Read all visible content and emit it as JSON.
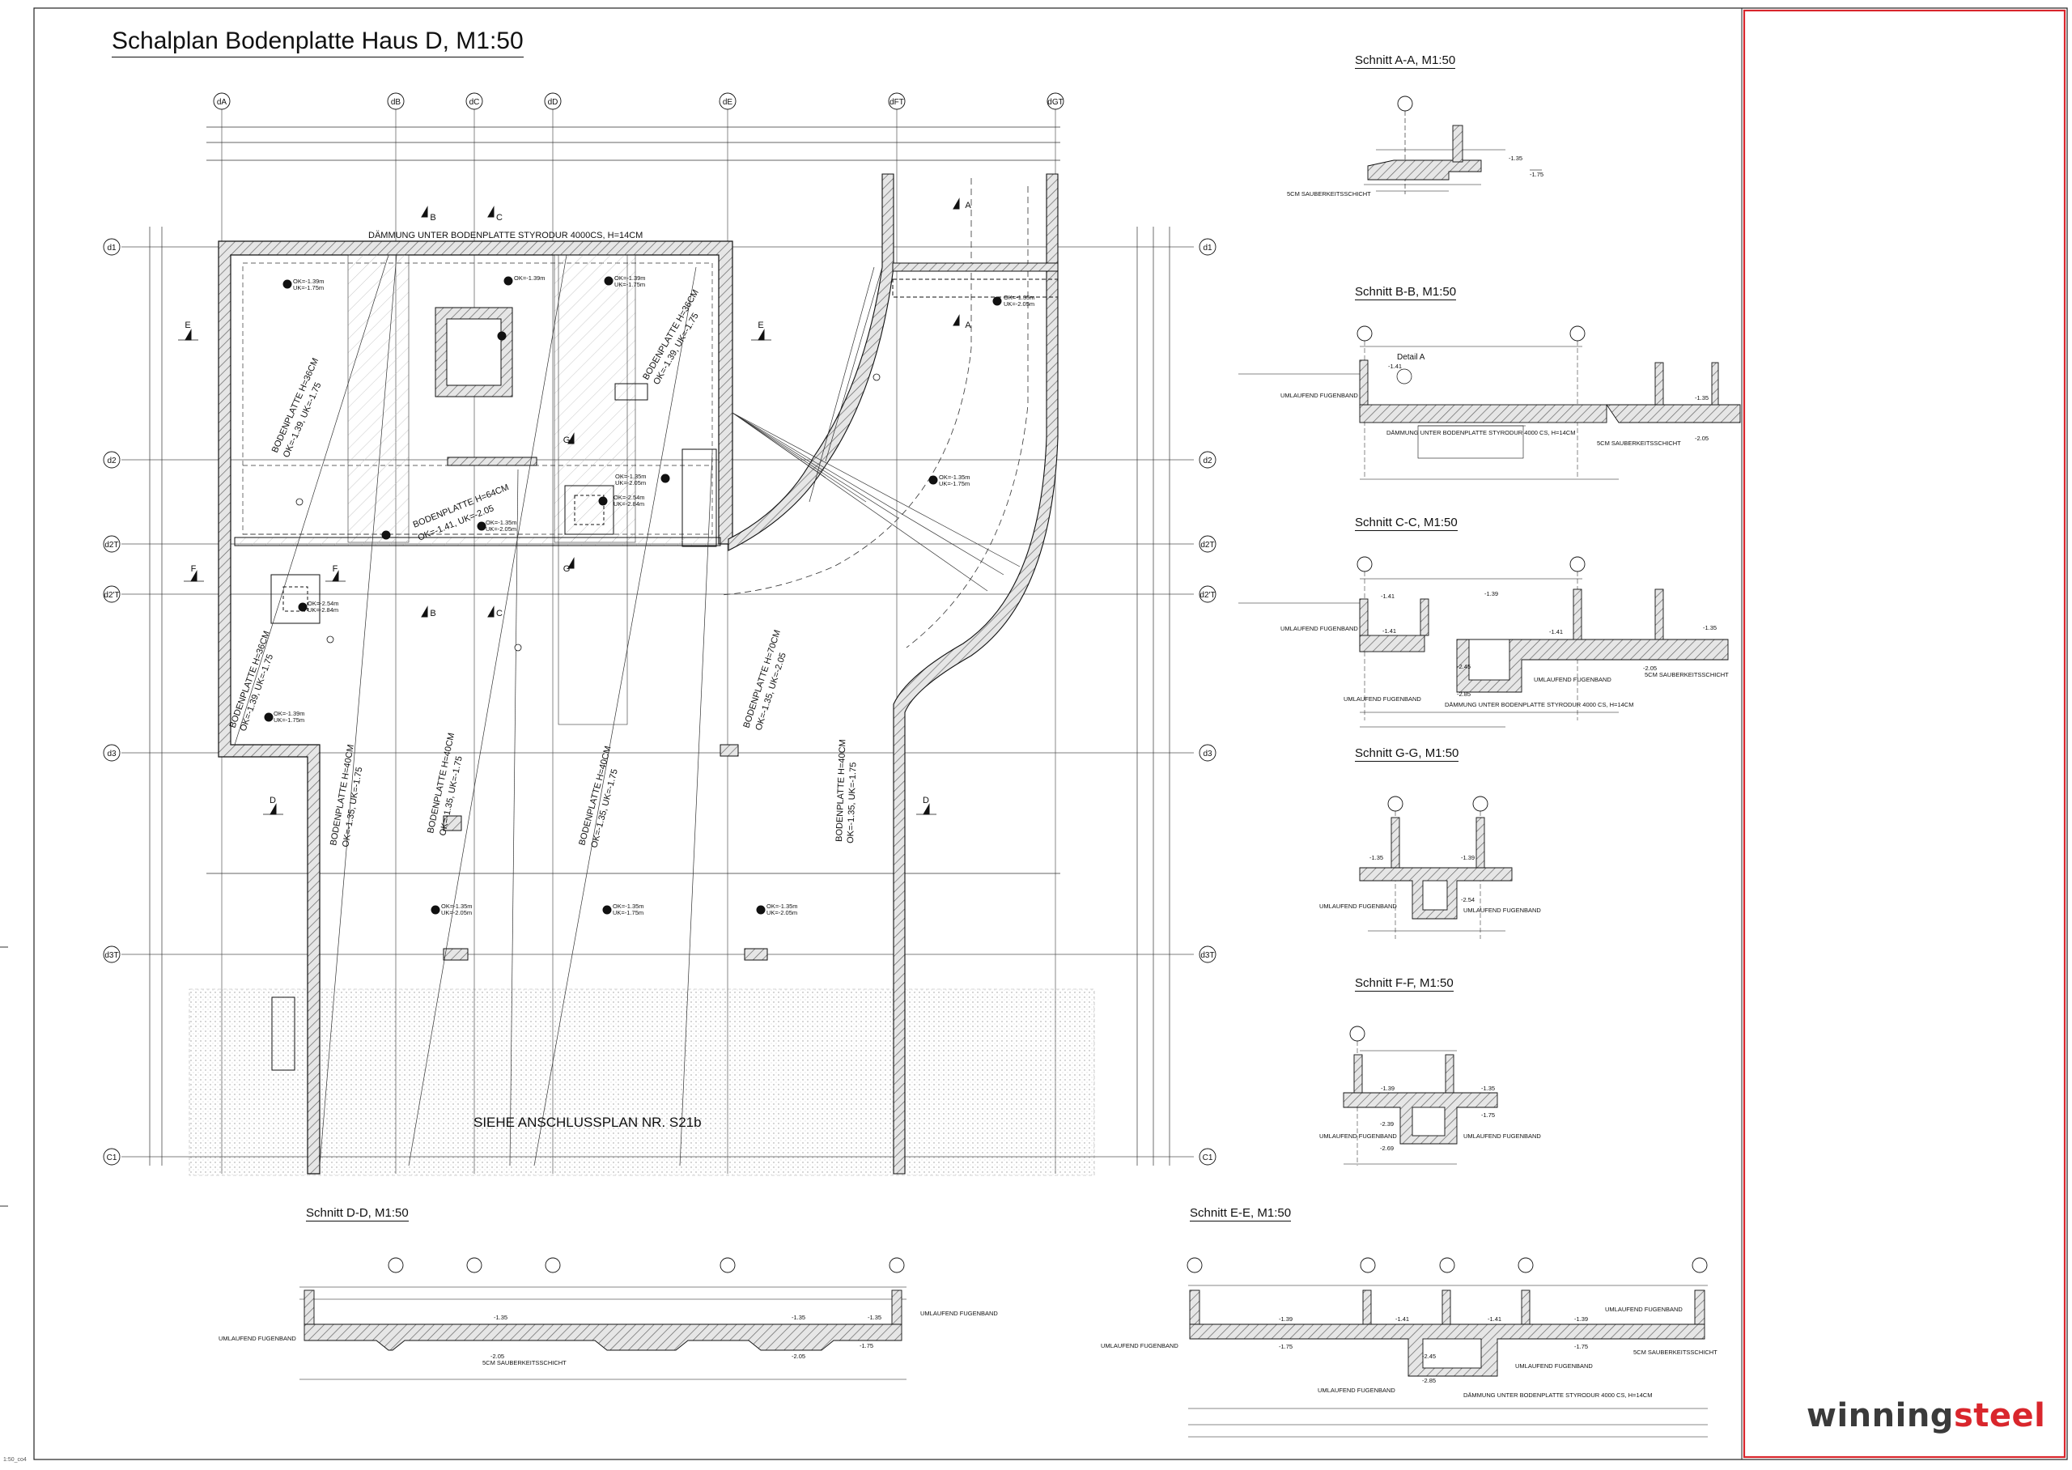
{
  "drawing": {
    "title": "Schalplan Bodenplatte Haus D, M1:50",
    "corner_code": "1:50_co4",
    "note_see": "SIEHE ANSCHLUSSPLAN NR. S21b",
    "insulation_note": "DÄMMUNG UNTER BODENPLATTE STYRODUR 4000CS, H=14CM"
  },
  "axes": {
    "columns": [
      "dA",
      "dB",
      "dC",
      "dD",
      "dE",
      "dFT",
      "dGT"
    ],
    "rows": [
      "d1",
      "d2",
      "d2T",
      "d2'T",
      "d3",
      "d3T",
      "C1"
    ]
  },
  "plan_labels": {
    "slab_1": "BODENPLATTE H=36CM",
    "slab_1_levels": "OK=-1.39, UK=-1.75",
    "slab_2": "BODENPLATTE H=36CM",
    "slab_2_levels": "OK=-1.39, UK=-1.75",
    "slab_3": "BODENPLATTE H=64CM",
    "slab_3_levels": "OK=-1.41, UK=-2.05",
    "slab_4": "BODENPLATTE H=40CM",
    "slab_4_levels": "OK=-1.35, UK=-1.75",
    "slab_5": "BODENPLATTE H=40CM",
    "slab_5_levels": "OK=-1.35, UK=-1.75",
    "slab_6": "BODENPLATTE H=70CM",
    "slab_6_levels": "OK=-1.35, UK=-2.05",
    "slab_7": "BODENPLATTE H=40CM",
    "slab_7_levels": "OK=-1.35, UK=-1.75",
    "level_a": "OK=-1.39m",
    "level_a2": "UK=-1.75m",
    "level_b": "OK=-1.35m",
    "level_b2": "UK=-2.05m",
    "level_c": "OK=-2.54m",
    "level_c2": "UK=-2.84m"
  },
  "section_markers": [
    "A",
    "B",
    "C",
    "D",
    "E",
    "F",
    "G"
  ],
  "sections": {
    "aa": {
      "title": "Schnitt A-A, M1:50",
      "note_1": "5CM SAUBERKEITSSCHICHT"
    },
    "bb": {
      "title": "Schnitt B-B, M1:50",
      "note_1": "UMLAUFEND FUGENBAND",
      "note_2": "DÄMMUNG UNTER BODENPLATTE STYRODUR 4000 CS, H=14CM",
      "note_3": "5CM SAUBERKEITSSCHICHT",
      "detail": "Detail A"
    },
    "cc": {
      "title": "Schnitt C-C, M1:50",
      "note_1": "UMLAUFEND FUGENBAND",
      "note_2": "UMLAUFEND FUGENBAND",
      "note_3": "UMLAUFEND FUGENBAND",
      "note_4": "5CM SAUBERKEITSSCHICHT",
      "note_5": "DÄMMUNG UNTER BODENPLATTE STYRODUR 4000 CS, H=14CM"
    },
    "gg": {
      "title": "Schnitt G-G, M1:50",
      "note_1": "UMLAUFEND FUGENBAND",
      "note_2": "UMLAUFEND FUGENBAND"
    },
    "ff": {
      "title": "Schnitt F-F, M1:50",
      "note_1": "UMLAUFEND FUGENBAND",
      "note_2": "UMLAUFEND FUGENBAND"
    },
    "dd": {
      "title": "Schnitt D-D, M1:50",
      "note_1": "UMLAUFEND FUGENBAND",
      "note_2": "UMLAUFEND FUGENBAND",
      "note_3": "5CM SAUBERKEITSSCHICHT"
    },
    "ee": {
      "title": "Schnitt E-E, M1:50",
      "note_1": "UMLAUFEND FUGENBAND",
      "note_2": "UMLAUFEND FUGENBAND",
      "note_3": "5CM SAUBERKEITSSCHICHT",
      "note_4": "UMLAUFEND FUGENBAND",
      "note_5": "UMLAUFEND FUGENBAND",
      "note_6": "DÄMMUNG UNTER BODENPLATTE STYRODUR 4000 CS, H=14CM"
    }
  },
  "levels": {
    "l139": "-1.39",
    "l135": "-1.35",
    "l141": "-1.41",
    "l175": "-1.75",
    "l205": "-2.05",
    "l245": "-2.45",
    "l239": "-2.39",
    "l269": "-2.69",
    "l285": "-2.85",
    "l254": "-2.54"
  },
  "brand": {
    "part1": "winning",
    "part2": "steel"
  },
  "colors": {
    "frame": "#d9262c",
    "line": "#111111",
    "hatch": "#9a9a9a"
  }
}
